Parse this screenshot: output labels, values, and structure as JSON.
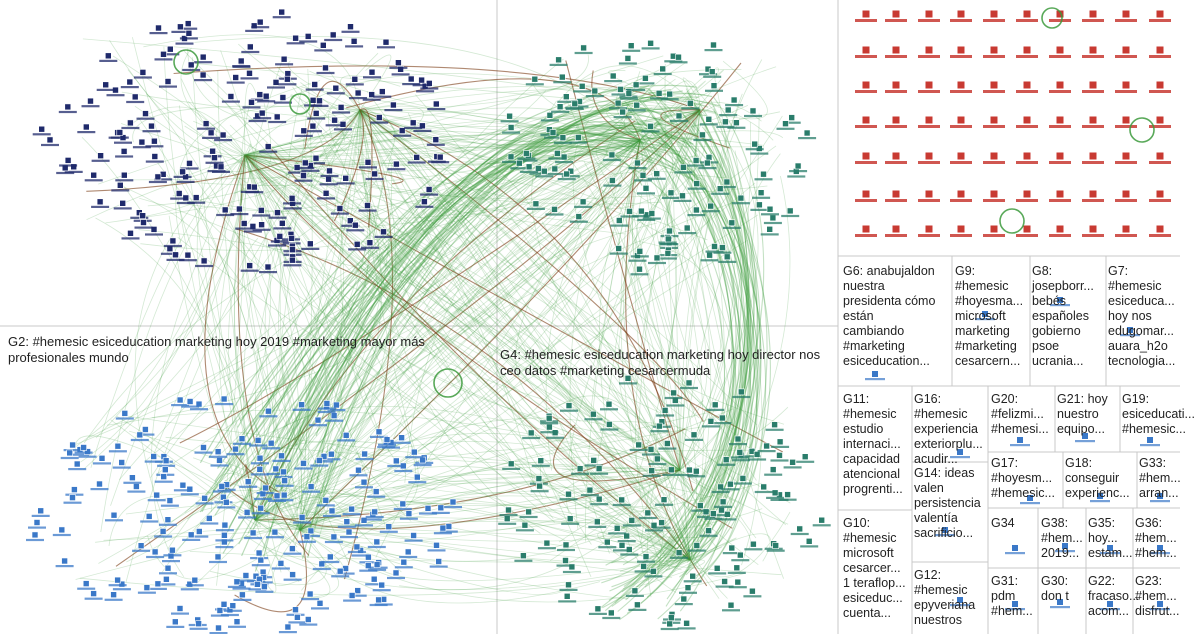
{
  "groups": [
    {
      "id": "G2",
      "text": "G2: #hemesic esiceducation marketing hoy 2019 #marketing mayor más profesionales mundo"
    },
    {
      "id": "G4",
      "text": "G4: #hemesic esiceducation marketing hoy director nos ceo datos #marketing cesarcermuda"
    },
    {
      "id": "G6",
      "text": "G6: anabujaldon\nnuestra\npresidenta cómo\nestán\ncambiando\n#marketing\nesiceducation..."
    },
    {
      "id": "G9",
      "text": "G9:\n#hemesic\n#hoyesma...\nmicrosoft\nmarketing\n#marketing\ncesarcern..."
    },
    {
      "id": "G8",
      "text": "G8:\njosepborr...\nbebés\nespañoles\ngobierno\npsoe\nucrania..."
    },
    {
      "id": "G7",
      "text": "G7:\n#hemesic\nesiceduca...\nhoy nos\nedugomar...\nauara_h2o\ntecnologia..."
    },
    {
      "id": "G11",
      "text": "G11:\n#hemesic\nestudio\ninternaci...\ncapacidad\natencional\nprogrenti..."
    },
    {
      "id": "G16",
      "text": "G16:\n#hemesic\nexperiencia\nexteriorplu...\nacudir..."
    },
    {
      "id": "G20",
      "text": "G20:\n#felizmi...\n#hemesi..."
    },
    {
      "id": "G21",
      "text": "G21: hoy\nnuestro\nequipo..."
    },
    {
      "id": "G19",
      "text": "G19:\nesiceducati...\n#hemesic..."
    },
    {
      "id": "G17",
      "text": "G17:\n#hoyesm...\n#hemesic..."
    },
    {
      "id": "G18",
      "text": "G18:\nconseguir\nexperienc..."
    },
    {
      "id": "G33",
      "text": "G33:\n#hem...\narran..."
    },
    {
      "id": "G14",
      "text": "G14: ideas\nvalen\npersistencia\nvalentía\nsacrificio..."
    },
    {
      "id": "G10",
      "text": "G10:\n#hemesic\nmicrosoft\ncesarcer...\n1 teraflop...\nesiceduc...\ncuenta..."
    },
    {
      "id": "G34",
      "text": "G34"
    },
    {
      "id": "G38",
      "text": "G38:\n#hem...\n2019..."
    },
    {
      "id": "G35",
      "text": "G35:\nhoy...\nestam..."
    },
    {
      "id": "G36",
      "text": "G36:\n#hem...\n#hem..."
    },
    {
      "id": "G12",
      "text": "G12:\n#hemesic\nepyveriana\nnuestros"
    },
    {
      "id": "G31",
      "text": "G31:\npdm\n#hem..."
    },
    {
      "id": "G30",
      "text": "G30:\ndon t"
    },
    {
      "id": "G22",
      "text": "G22:\nfracaso...\nacom..."
    },
    {
      "id": "G23",
      "text": "G23:\n#hem...\ndisfrut..."
    }
  ],
  "colors": {
    "edge": "#3c9a3c",
    "edge_dark": "#7a3a12",
    "node_navy": "#1f2a6b",
    "node_blue": "#3a78c8",
    "node_teal": "#2a7d6b",
    "node_red": "#c83a32",
    "grid": "#c8c8c8"
  }
}
